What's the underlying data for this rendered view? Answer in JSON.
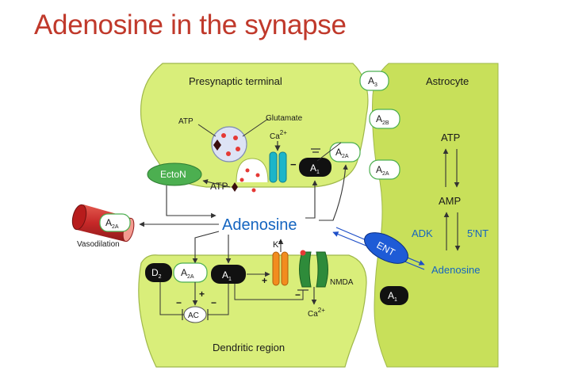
{
  "slide": {
    "title": "Adenosine in the synapse"
  },
  "diagram": {
    "center_label": "Adenosine",
    "regions": {
      "presynaptic": "Presynaptic terminal",
      "astrocyte": "Astrocyte",
      "dendritic": "Dendritic region"
    },
    "labels": {
      "atp_vesicle": "ATP",
      "glutamate": "Glutamate",
      "ca_main": "Ca",
      "ca_charge": "2+",
      "ecton": "EctoN",
      "atp_release": "ATP",
      "vasodilation": "Vasodilation",
      "k_main": "K",
      "k_charge": "+",
      "nmda": "NMDA",
      "ac": "AC",
      "ca2_main": "Ca",
      "ca2_charge": "2+",
      "astro_atp": "ATP",
      "astro_amp": "AMP",
      "adk": "ADK",
      "five_nt": "5'NT",
      "ent": "ENT",
      "astro_adenosine": "Adenosine",
      "plus": "+",
      "minus": "−"
    },
    "receptors": {
      "a3": {
        "main": "A",
        "sub": "3"
      },
      "a2b": {
        "main": "A",
        "sub": "2B"
      },
      "a2a_astro": {
        "main": "A",
        "sub": "2A"
      },
      "a1_pre": {
        "main": "A",
        "sub": "1"
      },
      "a2a_pre": {
        "main": "A",
        "sub": "2A"
      },
      "a2a_vessel": {
        "main": "A",
        "sub": "2A"
      },
      "d2": {
        "main": "D",
        "sub": "2"
      },
      "a2a_post": {
        "main": "A",
        "sub": "2A"
      },
      "a1_post": {
        "main": "A",
        "sub": "1"
      },
      "a1_astro": {
        "main": "A",
        "sub": "1"
      }
    },
    "colors": {
      "title": "#c0392b",
      "membrane_fill": "#d9ee7a",
      "astrocyte_fill": "#c8e05a",
      "adenosine_text": "#1565c0",
      "ent_fill": "#1e5bd6",
      "ent_pathway": "#1e4fc8",
      "ecton_fill": "#4caf50",
      "ca_channel": "#1cb5c9",
      "k_channel": "#f28c1e",
      "nmda_receptor": "#2e8b3a",
      "vessel": "#c62828",
      "receptor_dark": "#111111",
      "dot_red": "#e53935"
    }
  }
}
